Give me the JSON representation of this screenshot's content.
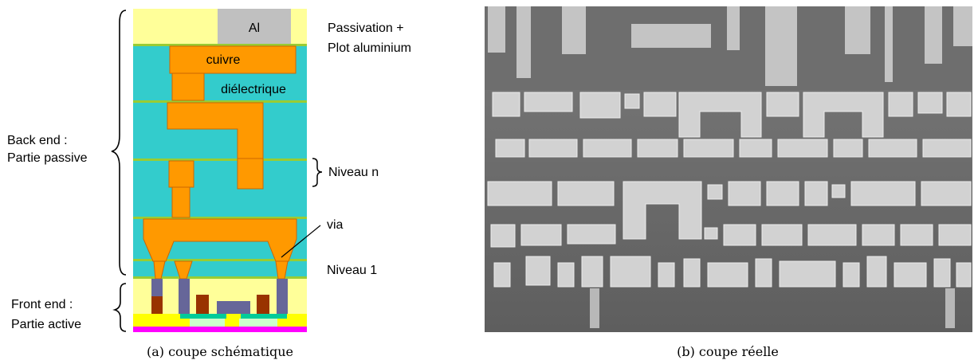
{
  "schematic": {
    "side_labels": {
      "back_end_line1": "Back end :",
      "back_end_line2": "Partie passive",
      "front_end_line1": "Front end :",
      "front_end_line2": "Partie active"
    },
    "labels": {
      "al": "Al",
      "cuivre": "cuivre",
      "dielectrique": "diélectrique",
      "passivation_line1": "Passivation +",
      "passivation_line2": "Plot aluminium",
      "niveau_n": "Niveau n",
      "via": "via",
      "niveau_1": "Niveau 1"
    },
    "caption": "(a) coupe schématique",
    "colors": {
      "passivation": "#ffff99",
      "dielectric": "#33cccc",
      "copper": "#ff9900",
      "aluminium": "#c0c0c0",
      "barrier": "#99cc33",
      "tungsten": "#666699",
      "gate": "#993300",
      "substrate": "#ff00ff",
      "active_yellow": "#ffff00",
      "active_green": "#00cc99"
    }
  },
  "sem": {
    "caption": "(b) coupe réelle"
  }
}
